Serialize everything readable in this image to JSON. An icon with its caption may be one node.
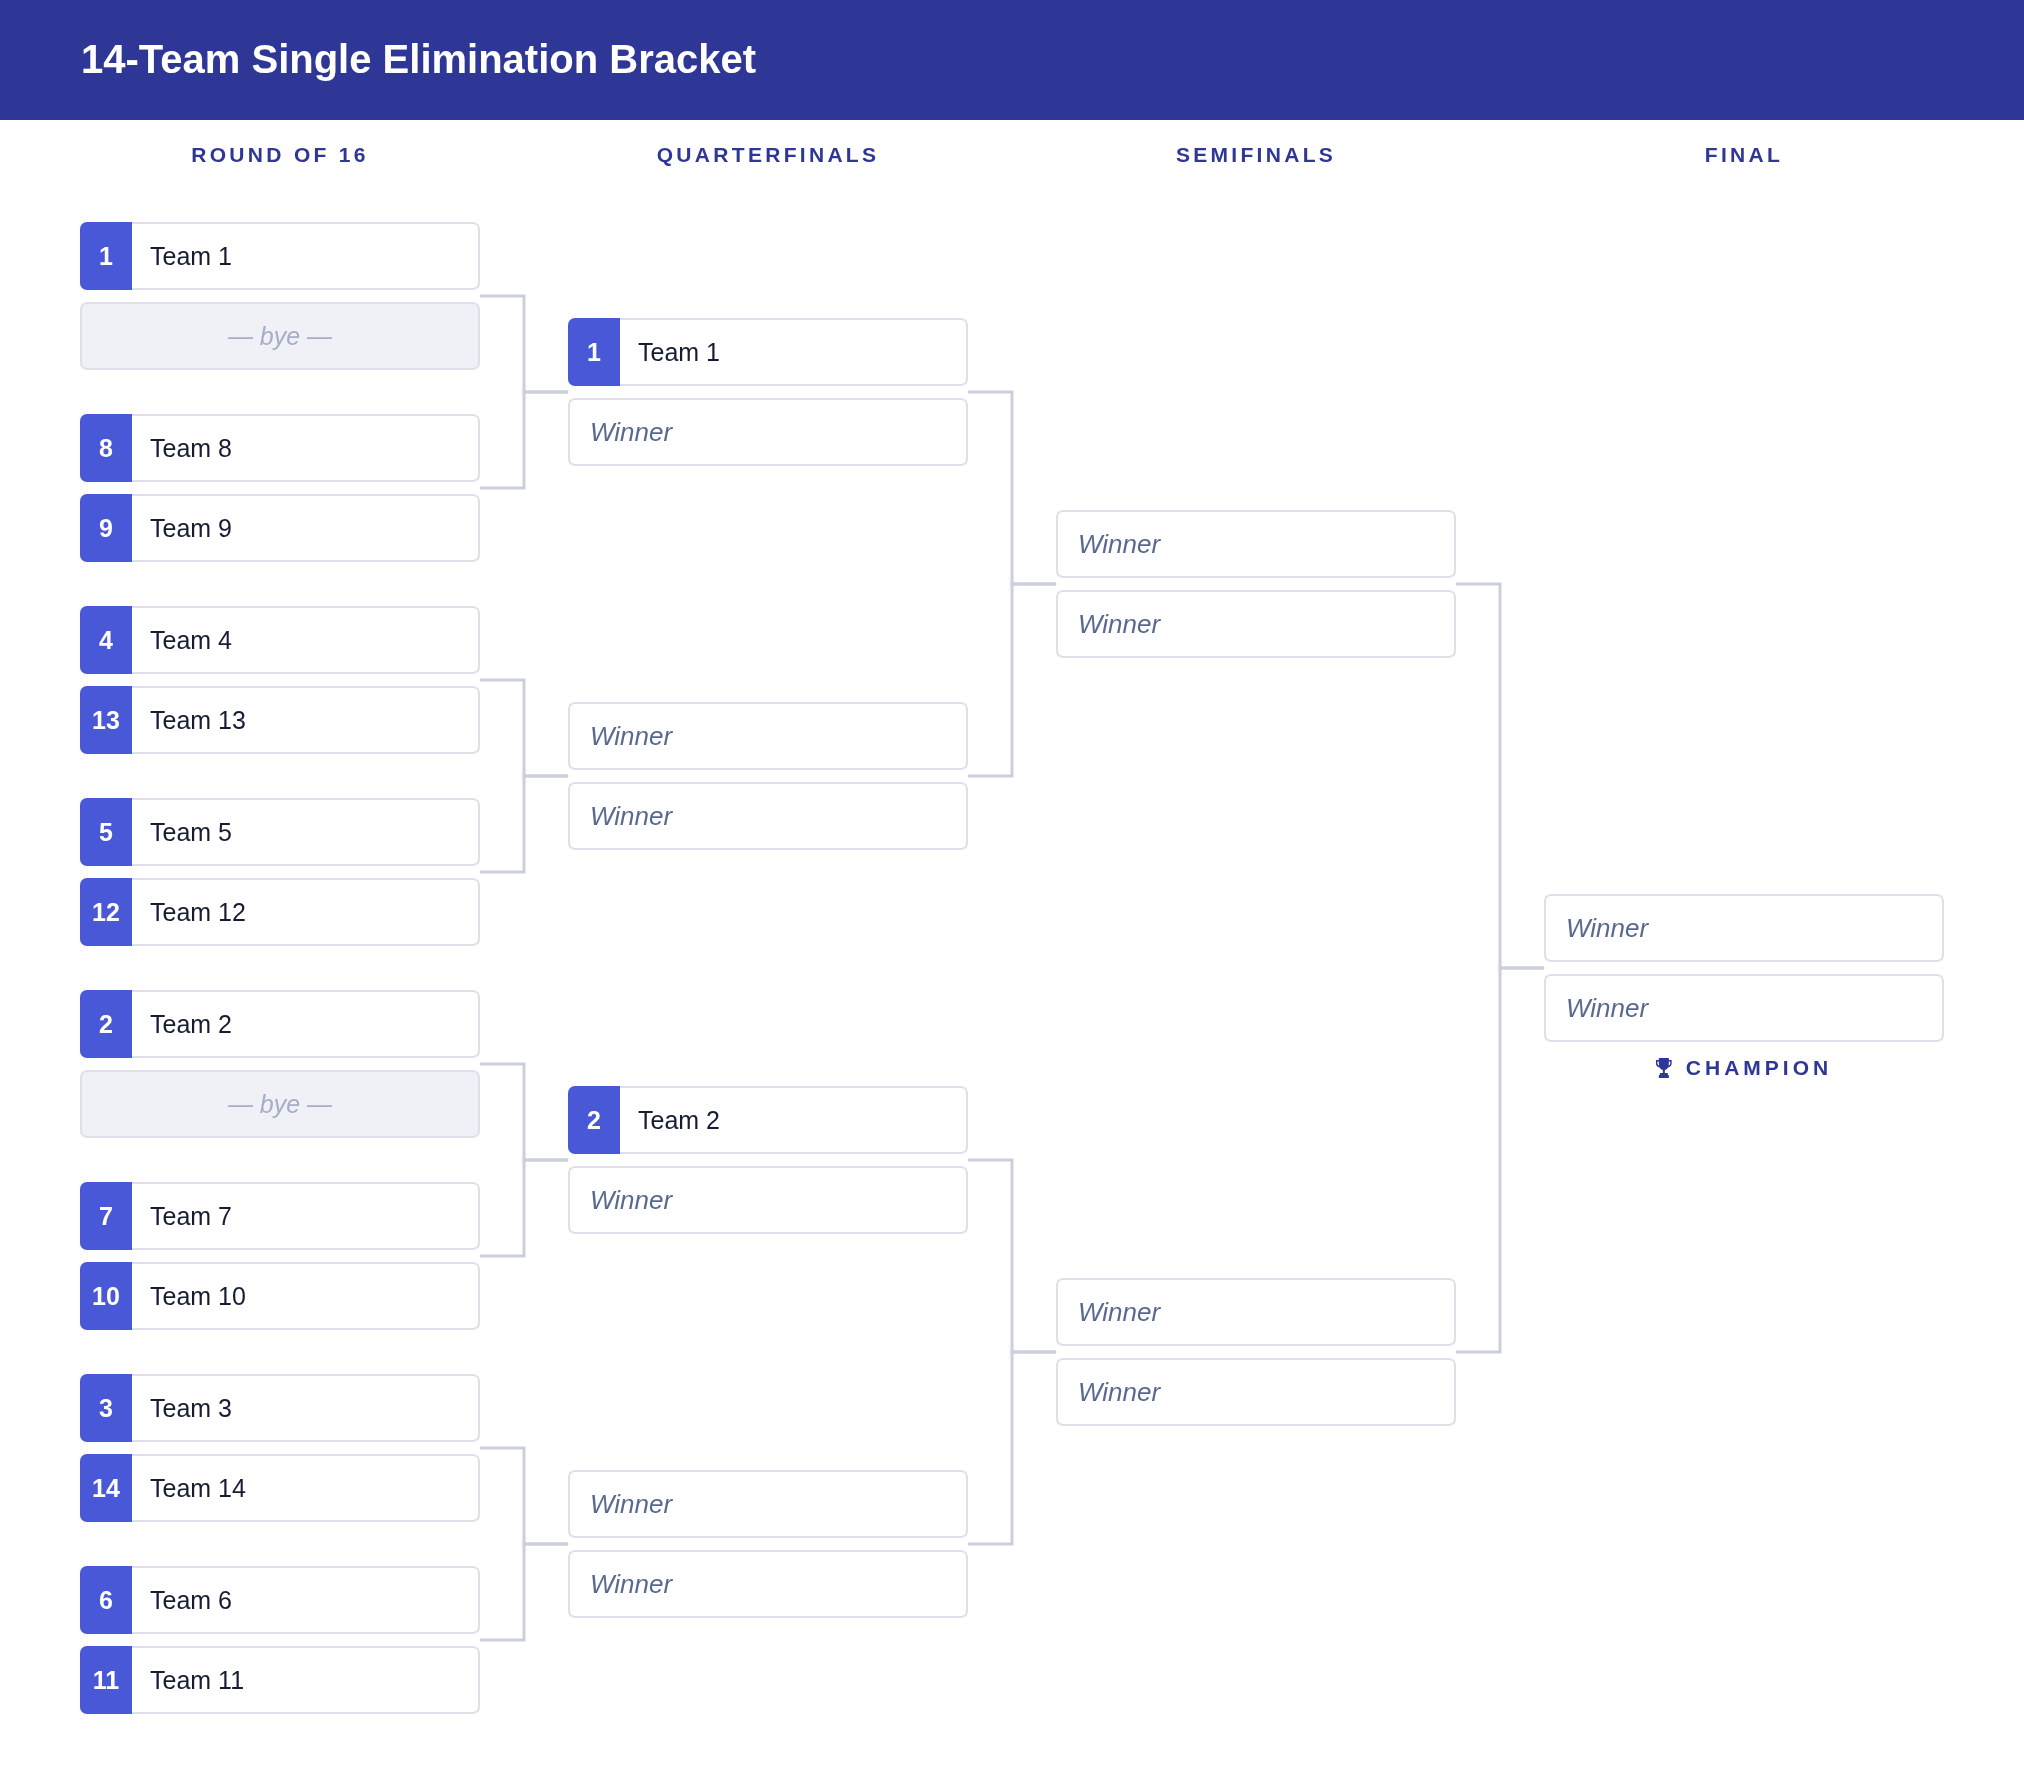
{
  "diagram": {
    "title": "14-Team Single Elimination Bracket",
    "nodes": [
      {
        "text": [
          "1",
          "Team 1"
        ]
      },
      {
        "text": [
          "— bye —"
        ]
      },
      {
        "text": [
          "8",
          "Team 8"
        ]
      },
      {
        "text": [
          "9",
          "Team 9"
        ]
      },
      {
        "text": [
          "4",
          "Team 4"
        ]
      },
      {
        "text": [
          "13",
          "Team 13"
        ]
      },
      {
        "text": [
          "5",
          "Team 5"
        ]
      },
      {
        "text": [
          "12",
          "Team 12"
        ]
      },
      {
        "text": [
          "2",
          "Team 2"
        ]
      },
      {
        "text": [
          "— bye —"
        ]
      },
      {
        "text": [
          "7",
          "Team 7"
        ]
      },
      {
        "text": [
          "10",
          "Team 10"
        ]
      },
      {
        "text": [
          "3",
          "Team 3"
        ]
      },
      {
        "text": [
          "14",
          "Team 14"
        ]
      },
      {
        "text": [
          "6",
          "Team 6"
        ]
      },
      {
        "text": [
          "11",
          "Team 11"
        ]
      },
      {
        "text": [
          "1",
          "Team 1"
        ]
      },
      {
        "text": [
          "Winner"
        ]
      },
      {
        "text": [
          "Winner"
        ]
      },
      {
        "text": [
          "Winner"
        ]
      },
      {
        "text": [
          "2",
          "Team 2"
        ]
      },
      {
        "text": [
          "Winner"
        ]
      },
      {
        "text": [
          "Winner"
        ]
      },
      {
        "text": [
          "Winner"
        ]
      },
      {
        "text": [
          "Winner"
        ]
      },
      {
        "text": [
          "Winner"
        ]
      },
      {
        "text": [
          "Winner"
        ]
      },
      {
        "text": [
          "Winner"
        ]
      },
      {
        "text": [
          "Winner"
        ]
      },
      {
        "text": [
          "Winner"
        ]
      }
    ],
    "edges": [
      {
        "from": 0,
        "to": 16,
        "arrow": "none"
      },
      {
        "from": 2,
        "to": 16,
        "arrow": "none"
      },
      {
        "from": 4,
        "to": 18,
        "arrow": "none"
      },
      {
        "from": 6,
        "to": 18,
        "arrow": "none"
      },
      {
        "from": 8,
        "to": 20,
        "arrow": "none"
      },
      {
        "from": 10,
        "to": 20,
        "arrow": "none"
      },
      {
        "from": 12,
        "to": 22,
        "arrow": "none"
      },
      {
        "from": 14,
        "to": 22,
        "arrow": "none"
      },
      {
        "from": 16,
        "to": 24,
        "arrow": "none"
      },
      {
        "from": 18,
        "to": 24,
        "arrow": "none"
      },
      {
        "from": 20,
        "to": 26,
        "arrow": "none"
      },
      {
        "from": 22,
        "to": 26,
        "arrow": "none"
      },
      {
        "from": 24,
        "to": 28,
        "arrow": "none"
      },
      {
        "from": 26,
        "to": 28,
        "arrow": "none"
      }
    ],
    "labels": [
      "ROUND OF 16",
      "QUARTERFINALS",
      "SEMIFINALS",
      "FINAL",
      "CHAMPION"
    ]
  }
}
